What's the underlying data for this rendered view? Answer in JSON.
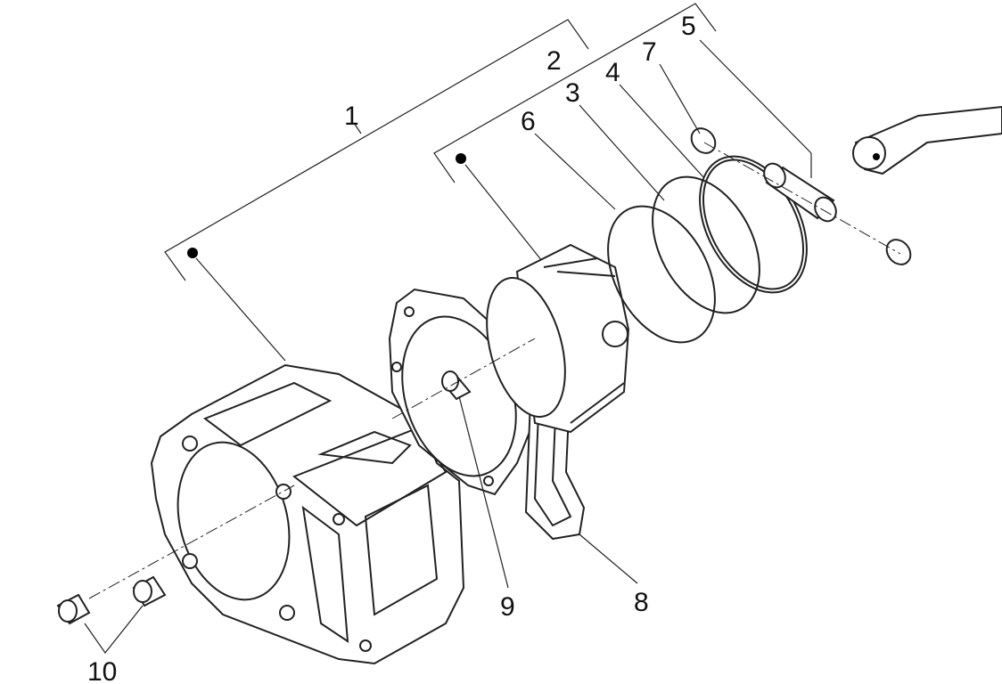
{
  "diagram": {
    "title": "Cylinder / piston exploded view",
    "callouts": [
      "1",
      "2",
      "3",
      "4",
      "5",
      "6",
      "7",
      "8",
      "9",
      "10"
    ]
  }
}
